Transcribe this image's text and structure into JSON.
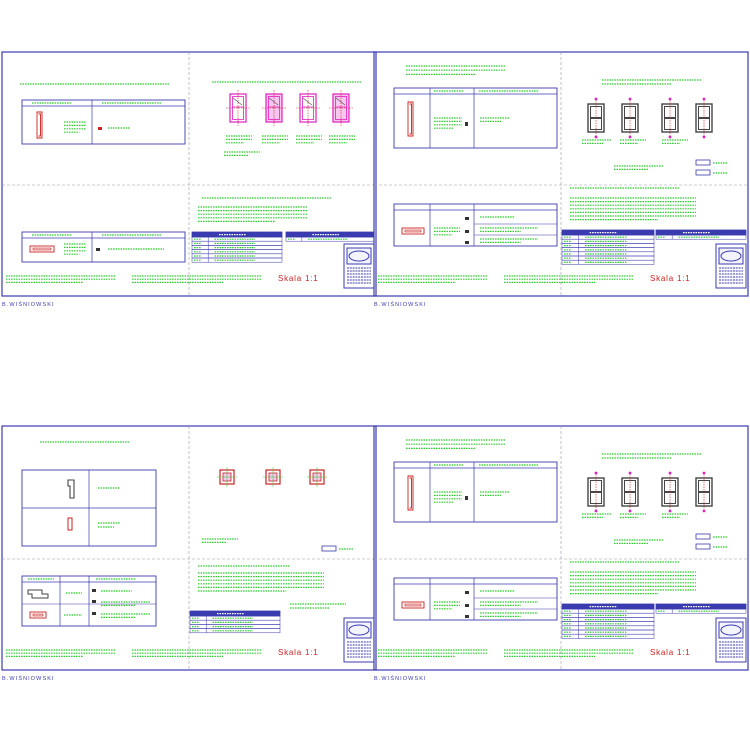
{
  "sheets": [
    {
      "footer_name": "B.WIŚNIOWSKI",
      "scale": "Skala 1:1"
    },
    {
      "footer_name": "B.WIŚNIOWSKI",
      "scale": "Skala 1:1"
    },
    {
      "footer_name": "B.WIŚNIOWSKI",
      "scale": "Skala 1:1"
    },
    {
      "footer_name": "B.WIŚNIOWSKI",
      "scale": "Skala 1:1"
    }
  ],
  "colors": {
    "frame": "#3b3bb0",
    "green": "#33cc33",
    "red": "#cc2222",
    "magenta": "#e020c0",
    "dashed": "#9999aa"
  }
}
